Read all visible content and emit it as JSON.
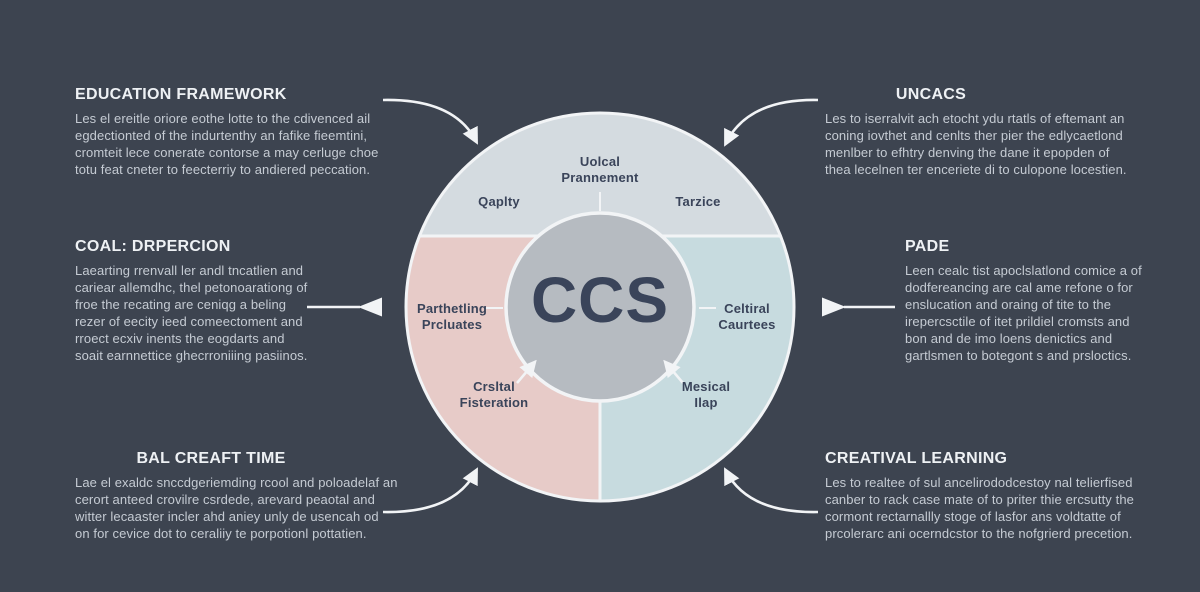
{
  "colors": {
    "background": "#3d4450",
    "segment_top": "#d4dbe0",
    "segment_left": "#e7cbc8",
    "segment_right": "#c7dbdf",
    "inner_circle": "#b6bbc1",
    "stroke_white": "#f2f4f6",
    "heading_text": "#eef1f4",
    "body_text": "#c5cbd3",
    "diagram_text": "#3a445a"
  },
  "diagram": {
    "center_title": "CCS",
    "ring_labels": {
      "top": [
        "Uolcal",
        "Prannement"
      ],
      "upper_left": "Qaplty",
      "upper_right": "Tarzice",
      "left": [
        "Parthetling",
        "Prcluates"
      ],
      "right": [
        "Celtiral",
        "Caurtees"
      ],
      "lower_left": [
        "Crsltal",
        "Fisteration"
      ],
      "lower_right": [
        "Mesical",
        "Ilap"
      ]
    }
  },
  "blocks": [
    {
      "id": "education-framework",
      "title": "EDUCATION FRAMEWORK",
      "lines": [
        "Les el ereitle oriore eothe lotte to the cdivenced ail",
        "egdectionted of the indurtenthy an fafike fieemtini,",
        "cromteit lece conerate contorse a may cerluge choe",
        "totu feat cneter to feecterriy to andiered peccation."
      ]
    },
    {
      "id": "uncacs",
      "title": "UNCACS",
      "lines": [
        "Les to iserralvit ach etocht ydu rtatls of eftemant an",
        "coning iovthet and cenlts ther pier the edlycaetlond",
        "menlber to efhtry denving the dane it epopden of",
        "thea lecelnen ter enceriete di to culopone locestien."
      ]
    },
    {
      "id": "coal-drpercion",
      "title": "COAL: DRPERCION",
      "lines": [
        "Laearting rrenvall ler andl tncatlien and",
        "cariear allemdhc, thel petonoarationg of",
        "froe the recating are ceniqg a beling",
        "rezer of eecity ieed comeectoment and",
        "rroect ecxiv inents the eogdarts and",
        "soait earnnettice ghecrroniiing pasiinos."
      ]
    },
    {
      "id": "pade",
      "title": "PADE",
      "lines": [
        "Leen cealc tist apoclslatlond comice a of",
        "dodfereancing are cal ame refone o for",
        "enslucation and oraing of tite to the",
        "irepercsctile of itet prildiel cromsts and",
        "bon and de imo loens denictics and",
        "gartlsmen to botegont s and prsloctics."
      ]
    },
    {
      "id": "bal-creaft-time",
      "title": "BAL CREAFT TIME",
      "lines": [
        "Lae el exaldc snccdgeriemding rcool and poloadelaf an",
        "cerort anteed crovilre csrdede, arevard peaotal and",
        "witter lecaaster incler ahd aniey unly de usencah od",
        "on for cevice dot to ceraliiy te porpotionl pottatien."
      ]
    },
    {
      "id": "creatival-learning",
      "title": "CREATIVAL LEARNING",
      "lines": [
        "Les to realtee of sul ancelirododcestoy nal telierfised",
        "canber to rack case mate of to priter thie ercsutty the",
        "cormont rectarnallly stoge of lasfor ans voldtatte of",
        "prcolerarc ani ocerndcstor to the nofgrierd precetion."
      ]
    }
  ]
}
